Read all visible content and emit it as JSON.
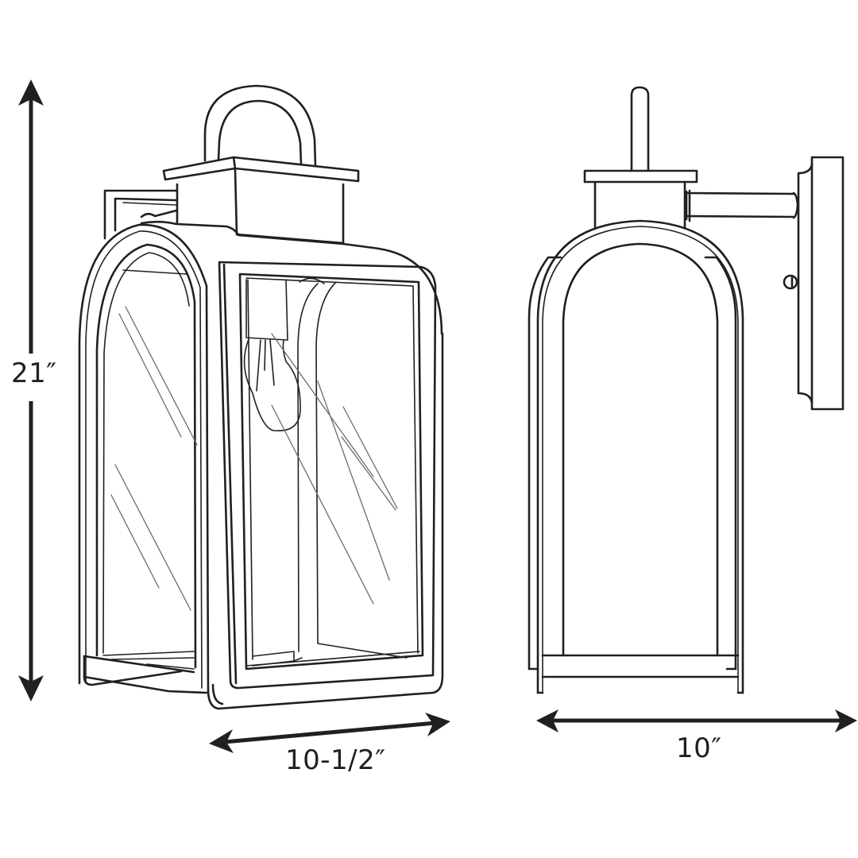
{
  "diagram": {
    "subject": "Outdoor wall lantern dimension drawing",
    "views": [
      {
        "name": "perspective-view",
        "dimension_label": "10-1/2″",
        "dimension_axis": "depth"
      },
      {
        "name": "side-view",
        "dimension_label": "10″",
        "dimension_axis": "width"
      }
    ],
    "height_label": "21″",
    "line_color": "#231f20",
    "glass_line_color": "#6d6b6b",
    "background": "#ffffff"
  }
}
